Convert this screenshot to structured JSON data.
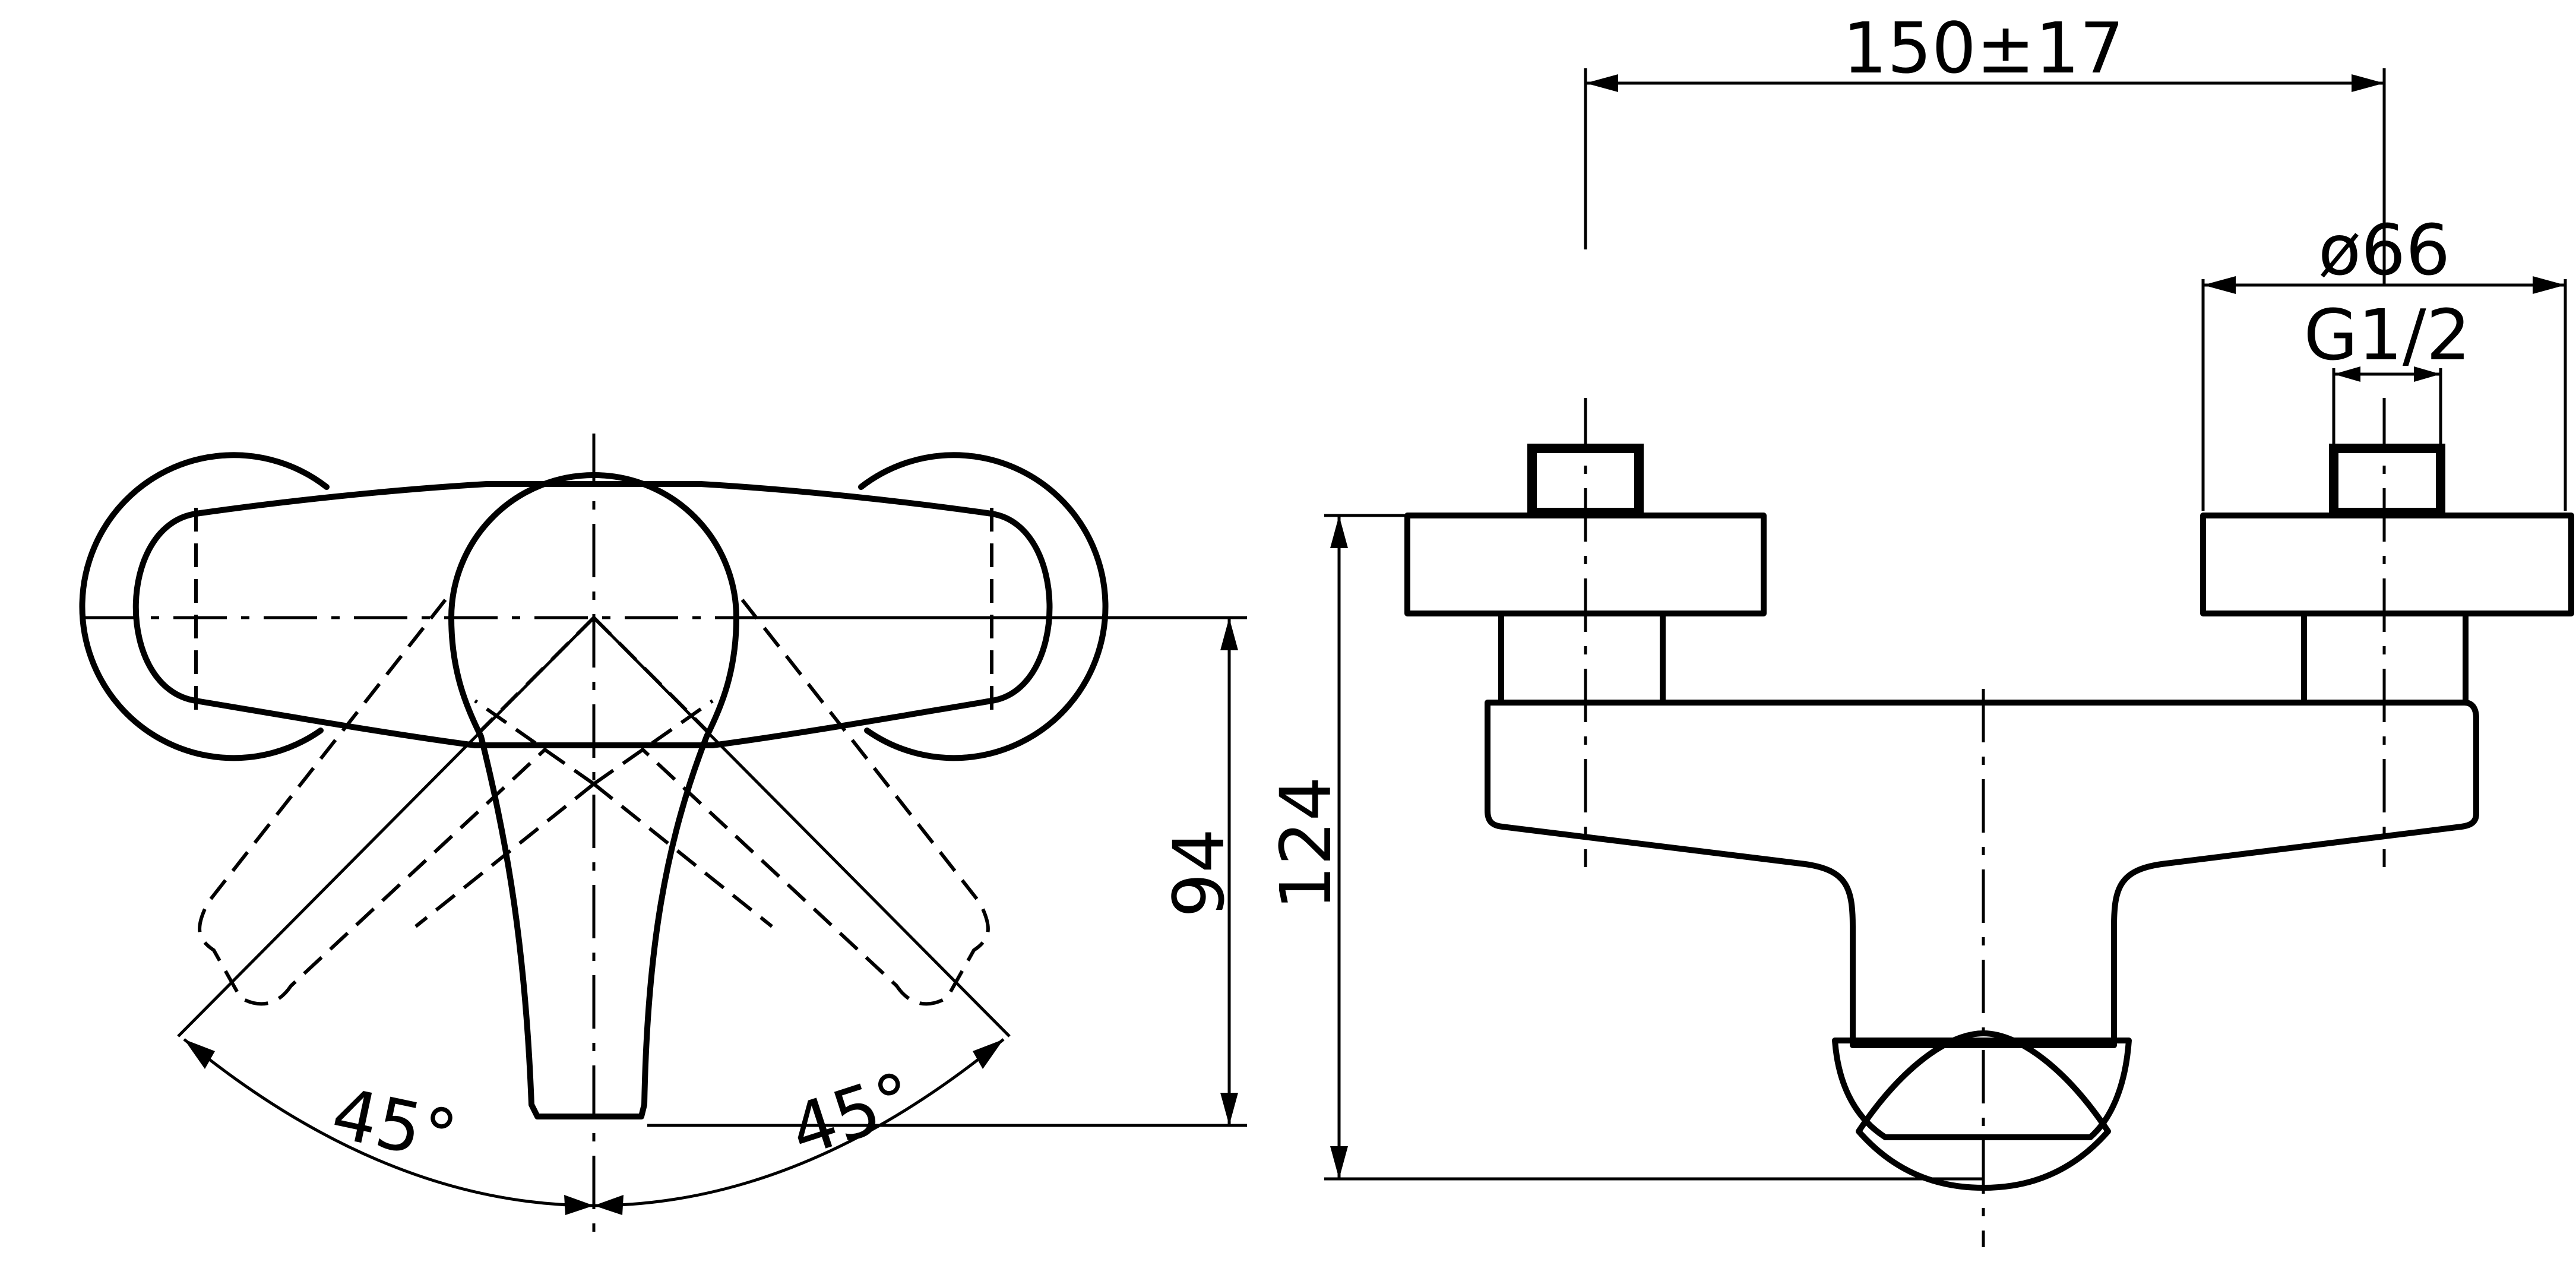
{
  "dimensions": {
    "spacing": "150±17",
    "flange_diameter": "ø66",
    "thread": "G1/2",
    "lever_height": "94",
    "total_height": "124",
    "angle_left": "45°",
    "angle_right": "45°"
  }
}
